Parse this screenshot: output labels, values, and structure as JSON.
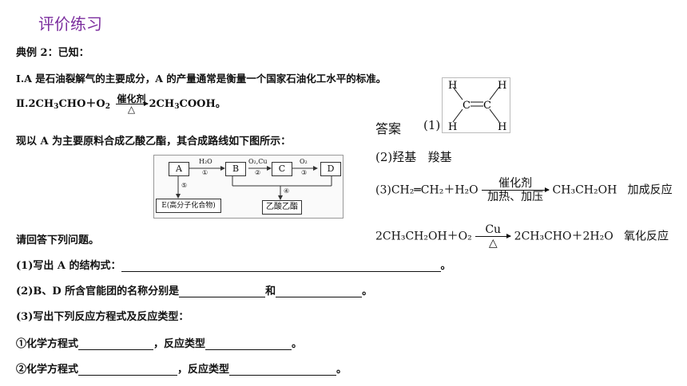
{
  "title": "评价练习",
  "example_label": "典例 2：已知：",
  "given": {
    "line1": "Ⅰ.A 是石油裂解气的主要成分，A 的产量通常是衡量一个国家石油化工水平的标准。",
    "line2_left_1": "Ⅱ.2CH",
    "line2_sub_1": "3",
    "line2_left_2": "CHO＋O",
    "line2_sub_2": "2",
    "line2_catalyst": "催化剂",
    "line2_heat": "△",
    "line2_right_1": "2CH",
    "line2_sub_3": "3",
    "line2_right_2": "COOH。"
  },
  "intro": "现以 A 为主要原料合成乙酸乙酯，其合成路线如下图所示：",
  "diagram": {
    "nodes": {
      "A": "A",
      "B": "B",
      "C": "C",
      "D": "D",
      "E": "E(高分子化合物)",
      "ester": "乙酸乙酯"
    },
    "labels": {
      "h2o": "H₂O",
      "step1": "①",
      "o2cu": "O₂,Cu",
      "step2": "②",
      "o2": "O₂",
      "step3": "③",
      "step4": "④",
      "step5": "⑤"
    }
  },
  "answer_prompt": "请回答下列问题。",
  "questions": {
    "q1": "(1)写出 A 的结构式：",
    "q1_end": "。",
    "q2_a": "(2)B、D 所含官能团的名称分别是",
    "q2_b": "和",
    "q2_end": "。",
    "q3": "(3)写出下列反应方程式及反应类型：",
    "q3_1a": "①化学方程式",
    "q3_1b": "，反应类型",
    "q3_1end": "。",
    "q3_2a": "②化学方程式",
    "q3_2b": "，反应类型",
    "q3_2end": "。"
  },
  "answers": {
    "label": "答案",
    "a1": "(1)",
    "a2_prefix": "(2)",
    "a2_g1": "羟基",
    "a2_g2": "羧基",
    "a3_prefix": "(3)",
    "a3_eq_left": "CH₂═CH₂＋H₂O",
    "a3_cond_top": "催化剂",
    "a3_cond_bot": "加热、加压",
    "a3_eq_right": "CH₃CH₂OH",
    "a3_type": "加成反应",
    "a4_eq_left": "2CH₃CH₂OH＋O₂",
    "a4_cond_top": "Cu",
    "a4_cond_bot": "△",
    "a4_eq_right": "2CH₃CHO＋2H₂O",
    "a4_type": "氧化反应"
  },
  "structure": {
    "h": "H",
    "c": "C"
  }
}
